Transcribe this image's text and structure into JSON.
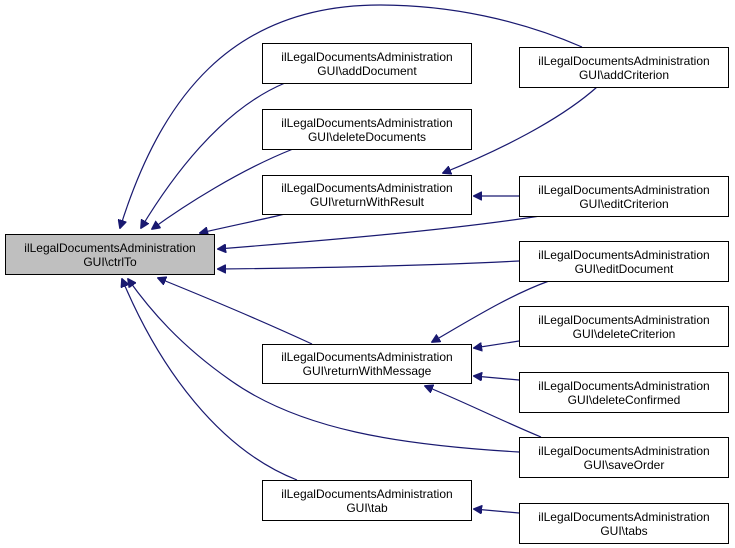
{
  "diagram": {
    "type": "doxygen-caller-graph",
    "edge_color": "#191970",
    "root_fill": "#bfbfbf",
    "nodes": [
      {
        "id": "ctrlTo",
        "line1": "ilLegalDocumentsAdministration",
        "line2": "GUI\\ctrlTo",
        "root": true
      },
      {
        "id": "addDocument",
        "line1": "ilLegalDocumentsAdministration",
        "line2": "GUI\\addDocument"
      },
      {
        "id": "deleteDocuments",
        "line1": "ilLegalDocumentsAdministration",
        "line2": "GUI\\deleteDocuments"
      },
      {
        "id": "returnWithResult",
        "line1": "ilLegalDocumentsAdministration",
        "line2": "GUI\\returnWithResult"
      },
      {
        "id": "returnWithMessage",
        "line1": "ilLegalDocumentsAdministration",
        "line2": "GUI\\returnWithMessage"
      },
      {
        "id": "tab",
        "line1": "ilLegalDocumentsAdministration",
        "line2": "GUI\\tab"
      },
      {
        "id": "addCriterion",
        "line1": "ilLegalDocumentsAdministration",
        "line2": "GUI\\addCriterion"
      },
      {
        "id": "editCriterion",
        "line1": "ilLegalDocumentsAdministration",
        "line2": "GUI\\editCriterion"
      },
      {
        "id": "editDocument",
        "line1": "ilLegalDocumentsAdministration",
        "line2": "GUI\\editDocument"
      },
      {
        "id": "deleteCriterion",
        "line1": "ilLegalDocumentsAdministration",
        "line2": "GUI\\deleteCriterion"
      },
      {
        "id": "deleteConfirmed",
        "line1": "ilLegalDocumentsAdministration",
        "line2": "GUI\\deleteConfirmed"
      },
      {
        "id": "saveOrder",
        "line1": "ilLegalDocumentsAdministration",
        "line2": "GUI\\saveOrder"
      },
      {
        "id": "tabs",
        "line1": "ilLegalDocumentsAdministration",
        "line2": "GUI\\tabs"
      }
    ],
    "edges": [
      {
        "from": "addCriterion",
        "to": "ctrlTo"
      },
      {
        "from": "addDocument",
        "to": "ctrlTo"
      },
      {
        "from": "deleteDocuments",
        "to": "ctrlTo"
      },
      {
        "from": "returnWithResult",
        "to": "ctrlTo"
      },
      {
        "from": "editCriterion",
        "to": "ctrlTo"
      },
      {
        "from": "editDocument",
        "to": "ctrlTo"
      },
      {
        "from": "returnWithMessage",
        "to": "ctrlTo"
      },
      {
        "from": "saveOrder",
        "to": "ctrlTo"
      },
      {
        "from": "tab",
        "to": "ctrlTo"
      },
      {
        "from": "addCriterion",
        "to": "returnWithResult"
      },
      {
        "from": "editCriterion",
        "to": "returnWithResult"
      },
      {
        "from": "editDocument",
        "to": "returnWithMessage"
      },
      {
        "from": "deleteCriterion",
        "to": "returnWithMessage"
      },
      {
        "from": "deleteConfirmed",
        "to": "returnWithMessage"
      },
      {
        "from": "saveOrder",
        "to": "returnWithMessage"
      },
      {
        "from": "tabs",
        "to": "tab"
      }
    ]
  }
}
